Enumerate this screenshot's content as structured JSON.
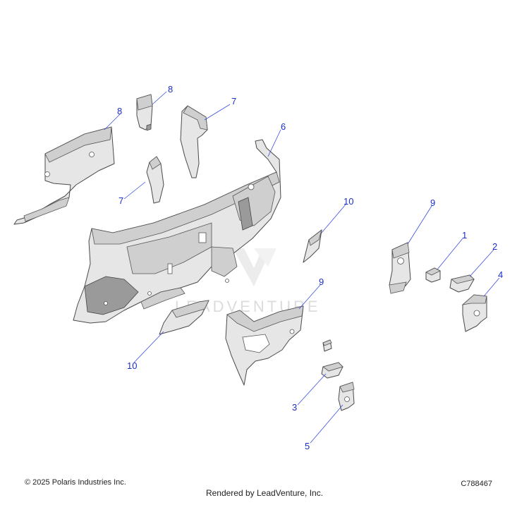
{
  "diagram": {
    "callouts": [
      "8",
      "8",
      "7",
      "7",
      "6",
      "10",
      "9",
      "1",
      "2",
      "4",
      "9",
      "10",
      "3",
      "5"
    ],
    "watermark": "LEADVENTURE"
  },
  "footer": {
    "copyright": "© 2025 Polaris Industries Inc.",
    "rendered_by": "Rendered by LeadVenture, Inc.",
    "part_number": "C788467"
  },
  "colors": {
    "callout": "#1a2fc8",
    "part_fill": "#e6e6e6",
    "watermark": "#dcdcdc"
  }
}
